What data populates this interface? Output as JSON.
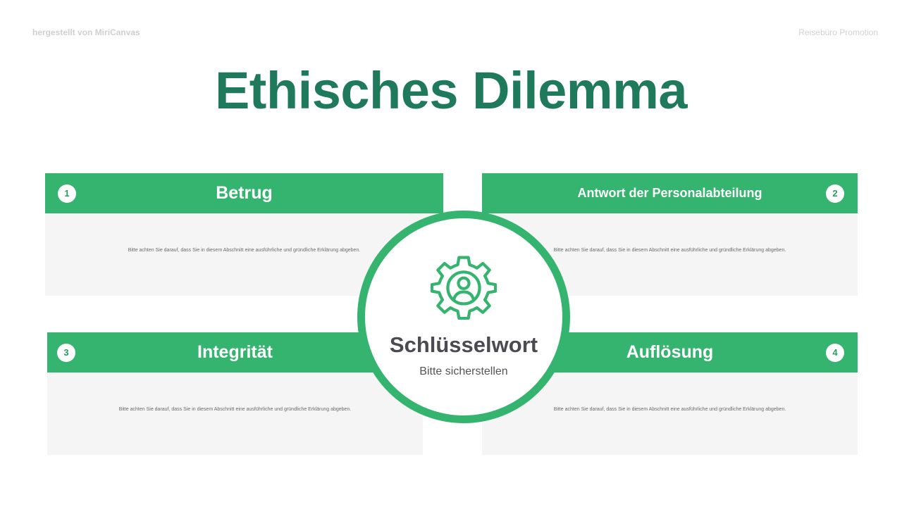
{
  "header": {
    "credit": "hergestellt von MiriCanvas",
    "project": "Reisebüro Promotion"
  },
  "title": "Ethisches Dilemma",
  "colors": {
    "title": "#1f7a5c",
    "accent": "#34b46e",
    "panel": "#f5f5f6"
  },
  "cards": [
    {
      "number": "1",
      "heading": "Betrug",
      "description": "Bitte achten Sie darauf, dass Sie in diesem Abschnitt eine ausführliche und gründliche Erklärung abgeben."
    },
    {
      "number": "2",
      "heading": "Antwort der Personalabteilung",
      "description": "Bitte achten Sie darauf, dass Sie in diesem Abschnitt eine ausführliche und gründliche Erklärung abgeben."
    },
    {
      "number": "3",
      "heading": "Integrität",
      "description": "Bitte achten Sie darauf, dass Sie in diesem Abschnitt eine ausführliche und gründliche Erklärung abgeben."
    },
    {
      "number": "4",
      "heading": "Auflösung",
      "description": "Bitte achten Sie darauf, dass Sie in diesem Abschnitt eine ausführliche und gründliche Erklärung abgeben."
    }
  ],
  "center": {
    "icon": "gear-user-icon",
    "keyword": "Schlüsselwort",
    "subtitle": "Bitte sicherstellen"
  }
}
